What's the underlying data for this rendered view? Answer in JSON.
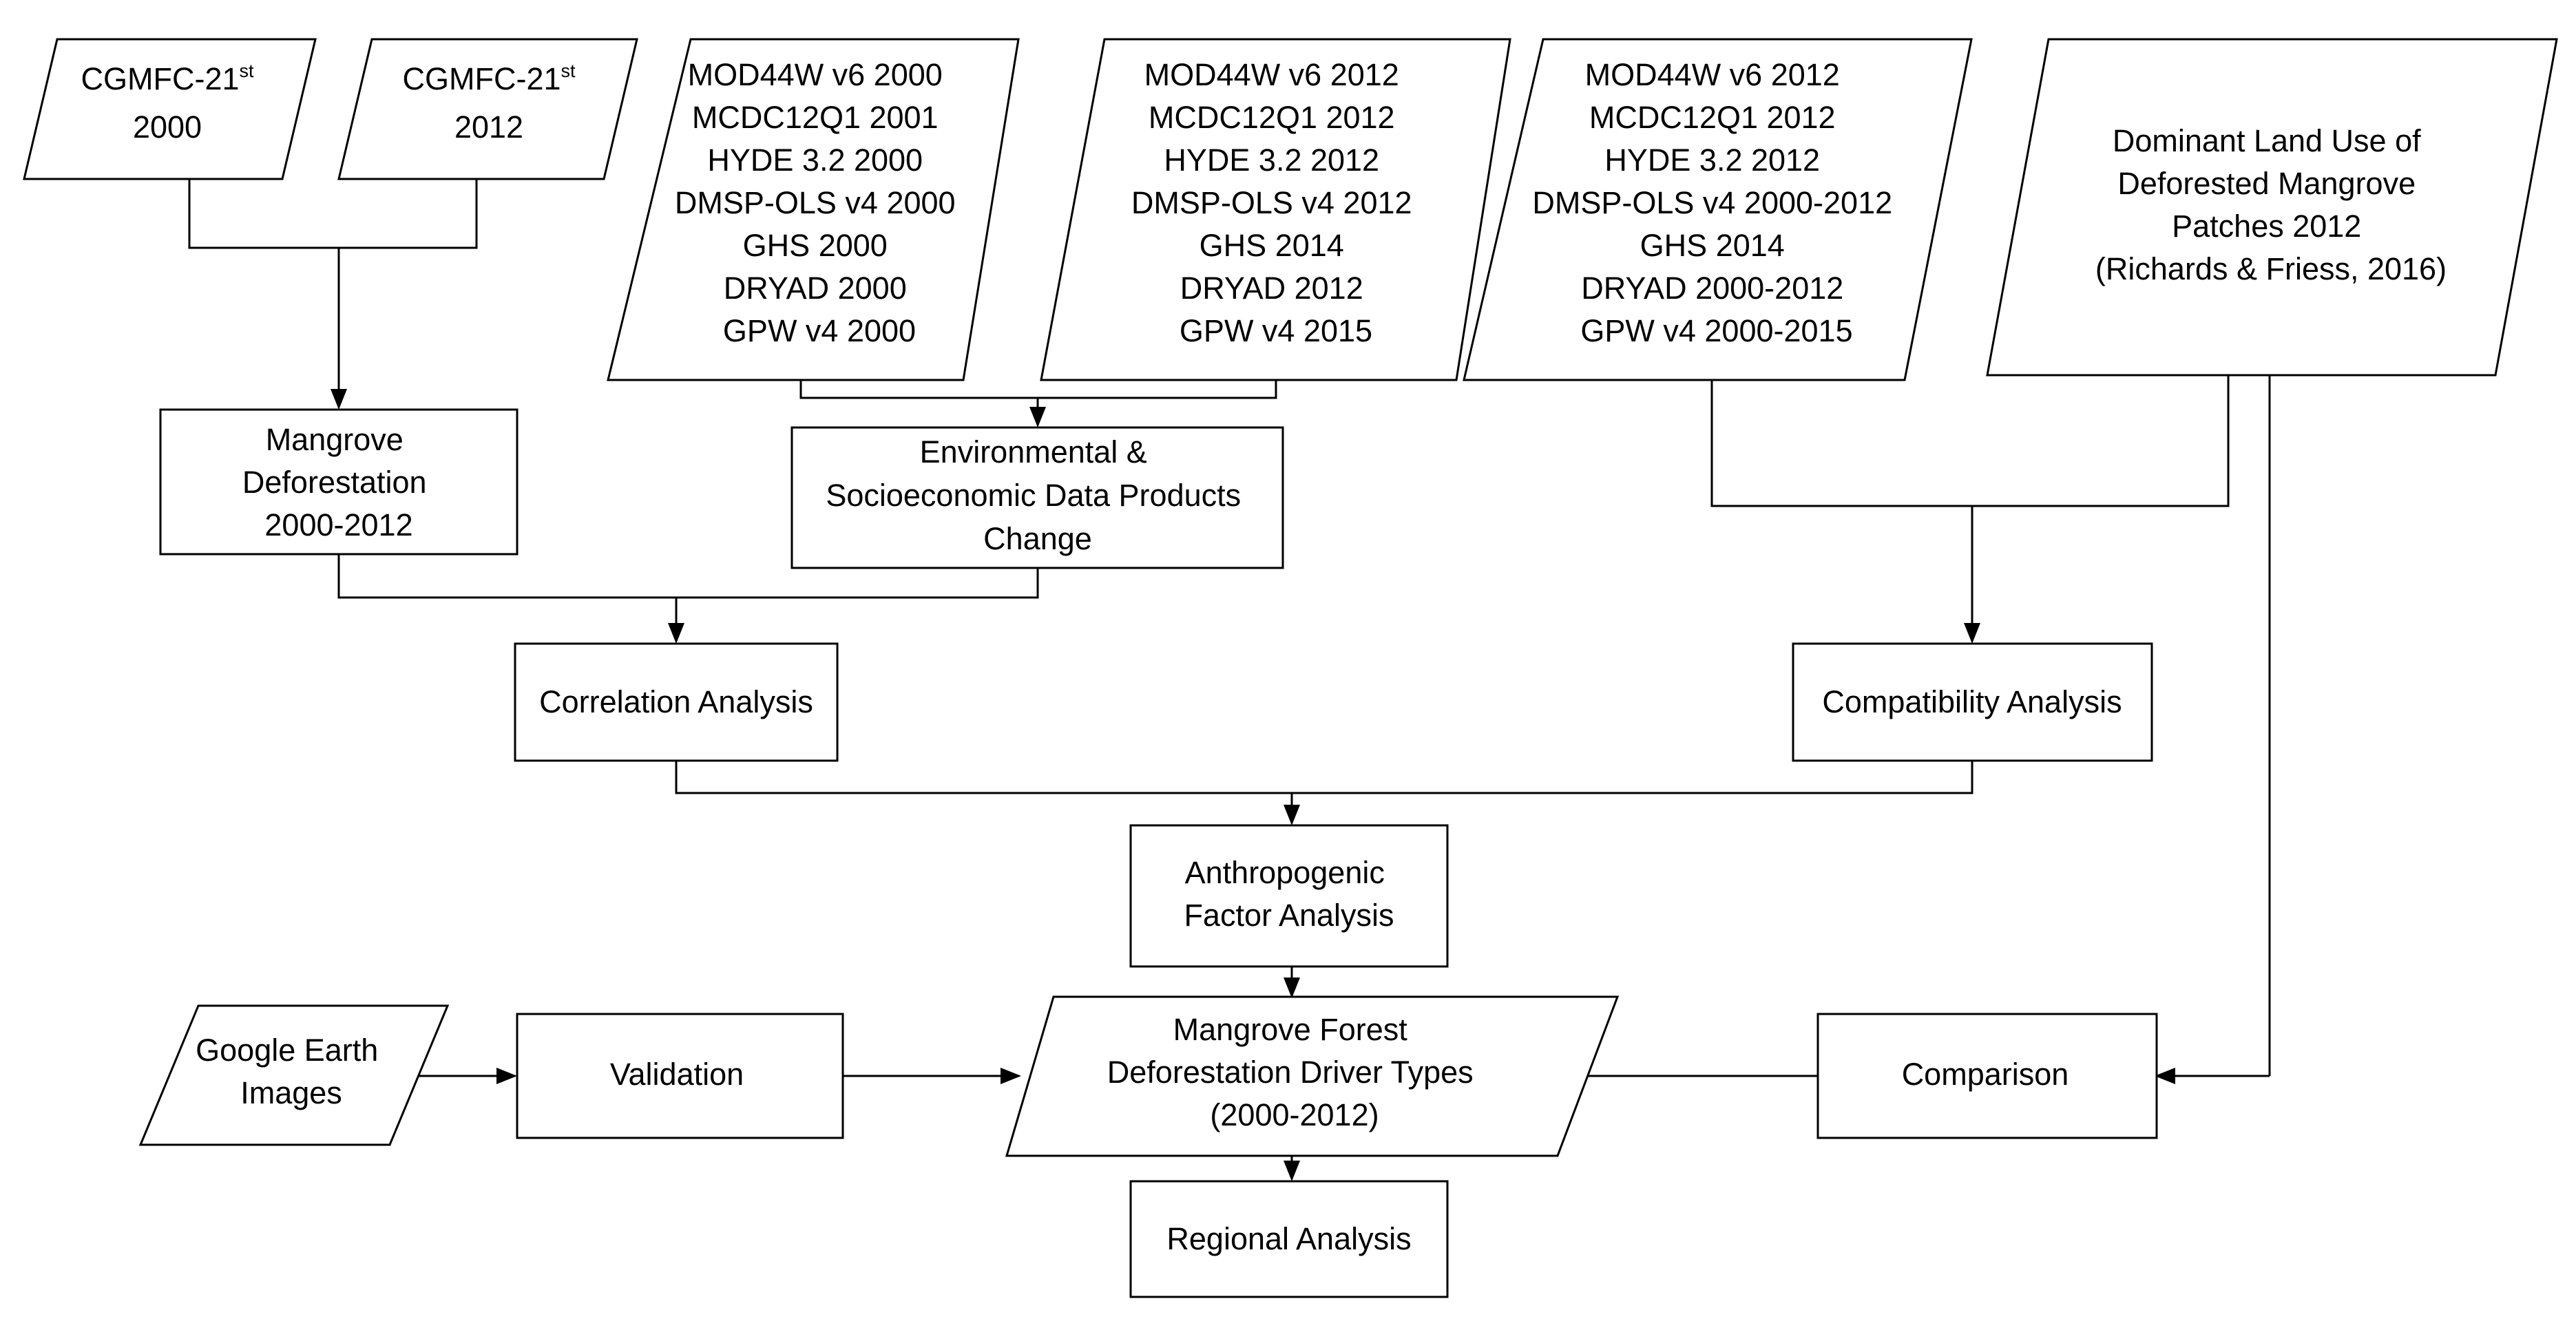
{
  "inputs": {
    "cgmfc_2000": {
      "name": "CGMFC-21",
      "sup": "st",
      "year": "2000"
    },
    "cgmfc_2012": {
      "name": "CGMFC-21",
      "sup": "st",
      "year": "2012"
    },
    "products_2000": [
      "MOD44W v6 2000",
      "MCDC12Q1 2001",
      "HYDE 3.2 2000",
      "DMSP-OLS v4 2000",
      "GHS 2000",
      "DRYAD 2000",
      "GPW v4 2000"
    ],
    "products_2012": [
      "MOD44W v6 2012",
      "MCDC12Q1 2012",
      "HYDE 3.2 2012",
      "DMSP-OLS v4 2012",
      "GHS 2014",
      "DRYAD 2012",
      "GPW v4 2015"
    ],
    "products_change": [
      "MOD44W v6 2012",
      "MCDC12Q1 2012",
      "HYDE 3.2 2012",
      "DMSP-OLS v4 2000-2012",
      "GHS 2014",
      "DRYAD 2000-2012",
      "GPW v4 2000-2015"
    ],
    "land_use": [
      "Dominant Land Use of",
      "Deforested Mangrove",
      "Patches 2012",
      "(Richards & Friess, 2016)"
    ],
    "google_earth": [
      "Google Earth",
      "Images"
    ]
  },
  "process": {
    "mangrove_deforestation": [
      "Mangrove",
      "Deforestation",
      "2000-2012"
    ],
    "env_change": [
      "Environmental &",
      "Socioeconomic Data Products",
      "Change"
    ],
    "correlation": [
      "Correlation Analysis"
    ],
    "compatibility": [
      "Compatibility Analysis"
    ],
    "anthropogenic": [
      "Anthropogenic",
      "Factor Analysis"
    ],
    "validation": [
      "Validation"
    ],
    "driver_types": [
      "Mangrove Forest",
      "Deforestation Driver Types",
      "(2000-2012)"
    ],
    "comparison": [
      "Comparison"
    ],
    "regional": [
      "Regional Analysis"
    ]
  }
}
